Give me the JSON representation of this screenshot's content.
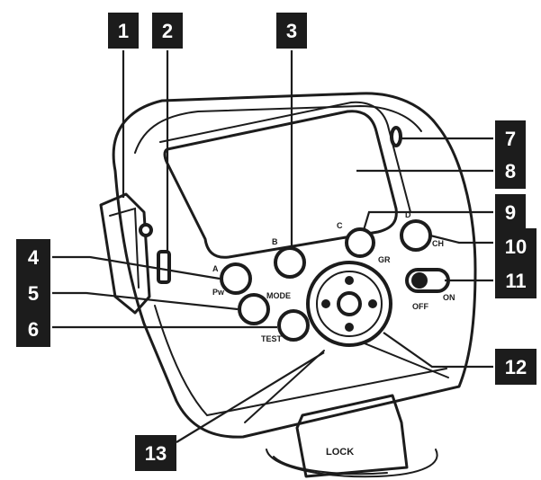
{
  "callouts": [
    "1",
    "2",
    "3",
    "4",
    "5",
    "6",
    "7",
    "8",
    "9",
    "10",
    "11",
    "12",
    "13"
  ],
  "button_labels": {
    "a": "A",
    "pw": "Pw",
    "b": "B",
    "c": "C",
    "d": "D",
    "ch": "CH",
    "gr": "GR",
    "mode": "MODE",
    "test": "TEST",
    "off": "OFF",
    "on": "ON",
    "lock": "LOCK"
  }
}
